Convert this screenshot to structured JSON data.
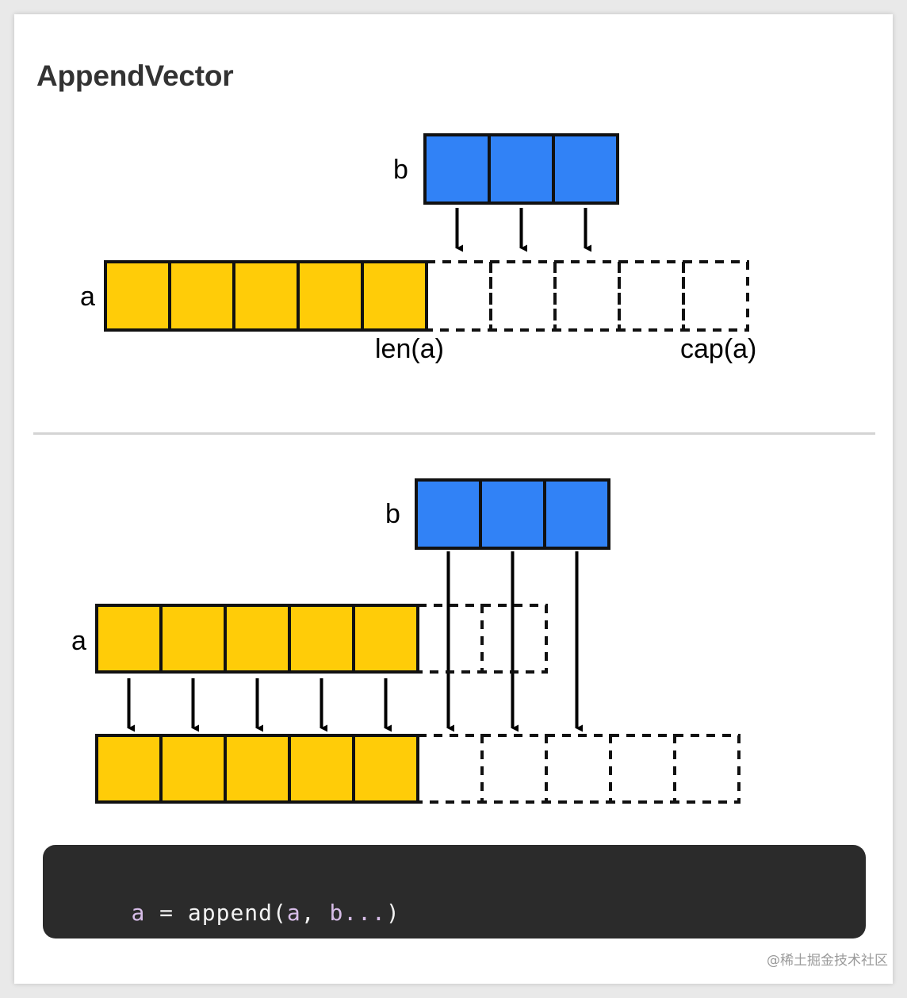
{
  "page": {
    "title": "AppendVector",
    "background": "#ffffff",
    "frame_color": "#e9e9e9"
  },
  "colors": {
    "slice_a_fill": "#ffcc08",
    "slice_b_fill": "#3182f6",
    "cell_stroke": "#111111",
    "dashed_stroke": "#111111",
    "arrow_color": "#000000",
    "divider": "#d4d4d4",
    "code_bg": "#2b2b2b",
    "code_var": "#d7bde8",
    "code_text": "#f2f2f2",
    "title_color": "#333333"
  },
  "top_panel": {
    "source": {
      "label": "b",
      "cell_count": 3,
      "fill": "#3182f6",
      "style": "solid"
    },
    "target": {
      "label": "a",
      "filled_cells": 5,
      "dashed_cells": 5,
      "fill": "#ffcc08",
      "style": "solid+dashed"
    },
    "captions": {
      "len": "len(a)",
      "cap": "cap(a)"
    },
    "arrow_count": 3
  },
  "bottom_panel": {
    "source": {
      "label": "b",
      "cell_count": 3,
      "fill": "#3182f6",
      "style": "solid"
    },
    "old_array": {
      "label": "a",
      "filled_cells": 5,
      "dashed_cells": 2,
      "fill": "#ffcc08"
    },
    "new_array": {
      "filled_cells": 5,
      "dashed_cells": 5,
      "fill": "#ffcc08"
    },
    "copy_arrow_count": 5,
    "append_arrow_count": 3
  },
  "code": {
    "full": "a = append(a, b...)",
    "tokens": [
      {
        "text": "a",
        "type": "var"
      },
      {
        "text": " = append(",
        "type": "plain"
      },
      {
        "text": "a",
        "type": "var"
      },
      {
        "text": ", ",
        "type": "plain"
      },
      {
        "text": "b...",
        "type": "var"
      },
      {
        "text": ")",
        "type": "plain"
      }
    ]
  },
  "watermark": {
    "text": "@稀土掘金技术社区"
  }
}
